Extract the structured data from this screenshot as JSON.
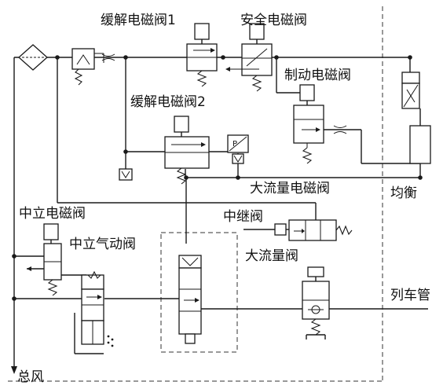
{
  "labels": {
    "release_valve_1": "缓解电磁阀1",
    "safety_valve": "安全电磁阀",
    "brake_valve": "制动电磁阀",
    "release_valve_2": "缓解电磁阀2",
    "high_flow_solenoid": "大流量电磁阀",
    "equalizing": "均衡",
    "neutral_solenoid": "中立电磁阀",
    "relay_valve": "中继阀",
    "neutral_pneumatic": "中立气动阀",
    "high_flow_valve": "大流量阀",
    "train_pipe": "列车管",
    "main_air": "总风",
    "pressure_sensor_mark": "P"
  }
}
